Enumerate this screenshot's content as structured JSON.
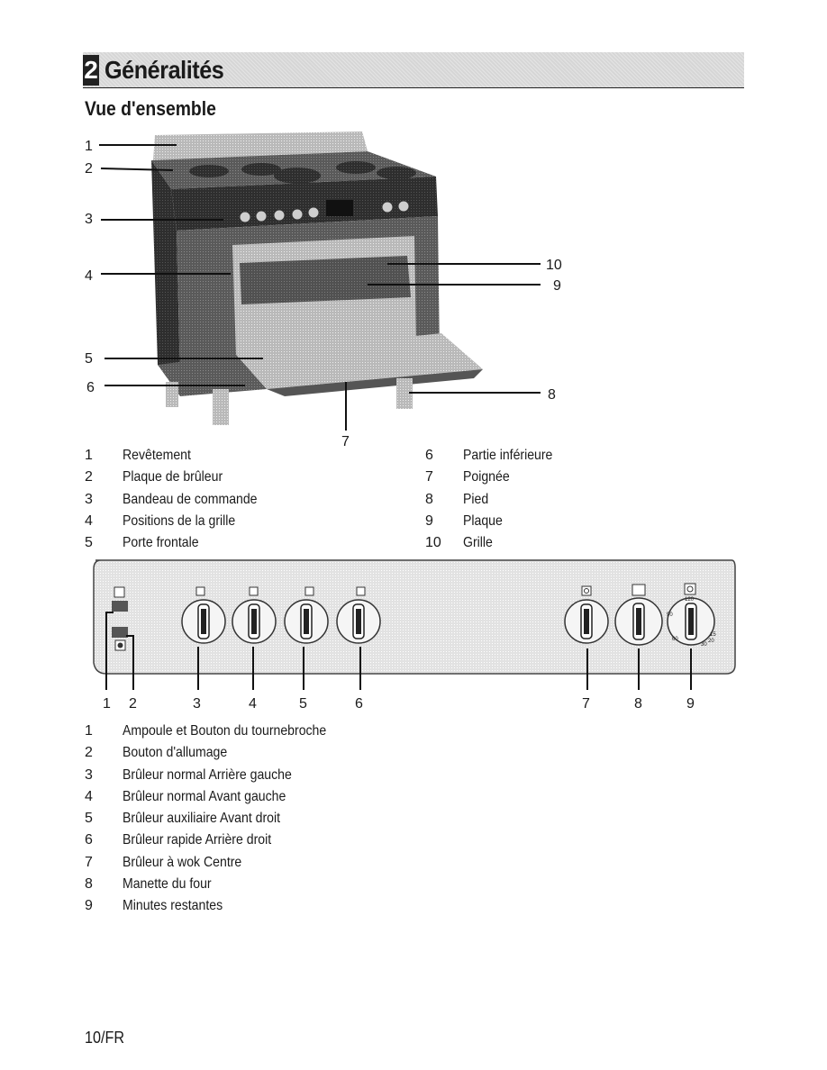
{
  "header": {
    "section_number": "2",
    "section_title": "Généralités"
  },
  "subtitle": "Vue d'ensemble",
  "overview": {
    "callouts": [
      "1",
      "2",
      "3",
      "4",
      "5",
      "6",
      "7",
      "8",
      "9",
      "10"
    ],
    "legend_left": [
      {
        "num": "1",
        "label": "Revêtement"
      },
      {
        "num": "2",
        "label": "Plaque de brûleur"
      },
      {
        "num": "3",
        "label": "Bandeau de commande"
      },
      {
        "num": "4",
        "label": "Positions de la grille"
      },
      {
        "num": "5",
        "label": "Porte frontale"
      }
    ],
    "legend_right": [
      {
        "num": "6",
        "label": "Partie inférieure"
      },
      {
        "num": "7",
        "label": "Poignée"
      },
      {
        "num": "8",
        "label": "Pied"
      },
      {
        "num": "9",
        "label": "Plaque"
      },
      {
        "num": "10",
        "label": "Grille"
      }
    ]
  },
  "control_panel": {
    "callouts": [
      "1",
      "2",
      "3",
      "4",
      "5",
      "6",
      "7",
      "8",
      "9"
    ],
    "timer_marks": [
      "120",
      "90",
      "60",
      "15",
      "20",
      "30"
    ],
    "legend": [
      {
        "num": "1",
        "label": "Ampoule et Bouton du tournebroche"
      },
      {
        "num": "2",
        "label": "Bouton d'allumage"
      },
      {
        "num": "3",
        "label": "Brûleur normal Arrière gauche"
      },
      {
        "num": "4",
        "label": "Brûleur normal Avant gauche"
      },
      {
        "num": "5",
        "label": "Brûleur auxiliaire Avant droit"
      },
      {
        "num": "6",
        "label": "Brûleur rapide Arrière droit"
      },
      {
        "num": "7",
        "label": "Brûleur à wok Centre"
      },
      {
        "num": "8",
        "label": "Manette du four"
      },
      {
        "num": "9",
        "label": "Minutes restantes"
      }
    ]
  },
  "footer": {
    "page_number": "10/FR"
  }
}
